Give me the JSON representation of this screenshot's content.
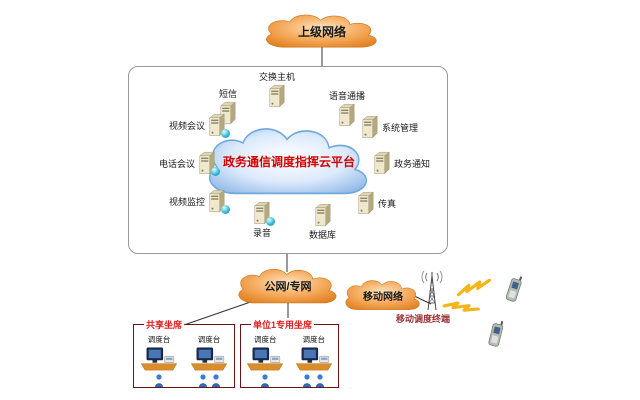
{
  "clouds": {
    "superior": {
      "label": "上级网络"
    },
    "platform": {
      "label": "政务通信调度指挥云平台"
    },
    "public": {
      "label": "公网/专网"
    },
    "mobile": {
      "label": "移动网络"
    }
  },
  "platform_nodes": [
    {
      "label": "交换主机"
    },
    {
      "label": "短信"
    },
    {
      "label": "语音通播"
    },
    {
      "label": "视频会议"
    },
    {
      "label": "系统管理"
    },
    {
      "label": "电话会议"
    },
    {
      "label": "政务通知"
    },
    {
      "label": "视频监控"
    },
    {
      "label": "传真"
    },
    {
      "label": "录音"
    },
    {
      "label": "数据库"
    }
  ],
  "mobile_section": {
    "terminal_label": "移动调度终端"
  },
  "seat_groups": [
    {
      "title": "共享坐席",
      "consoles": [
        {
          "label": "调度台"
        },
        {
          "label": "调度台"
        }
      ]
    },
    {
      "title": "单位1专用坐席",
      "consoles": [
        {
          "label": "调度台"
        },
        {
          "label": "调度台"
        }
      ]
    }
  ],
  "colors": {
    "orange_cloud": "#f2a049",
    "blue_cloud": "#9cc3e8",
    "platform_text": "#d40000",
    "seat_title_text": "#e02020",
    "seat_border": "#6b1515"
  }
}
